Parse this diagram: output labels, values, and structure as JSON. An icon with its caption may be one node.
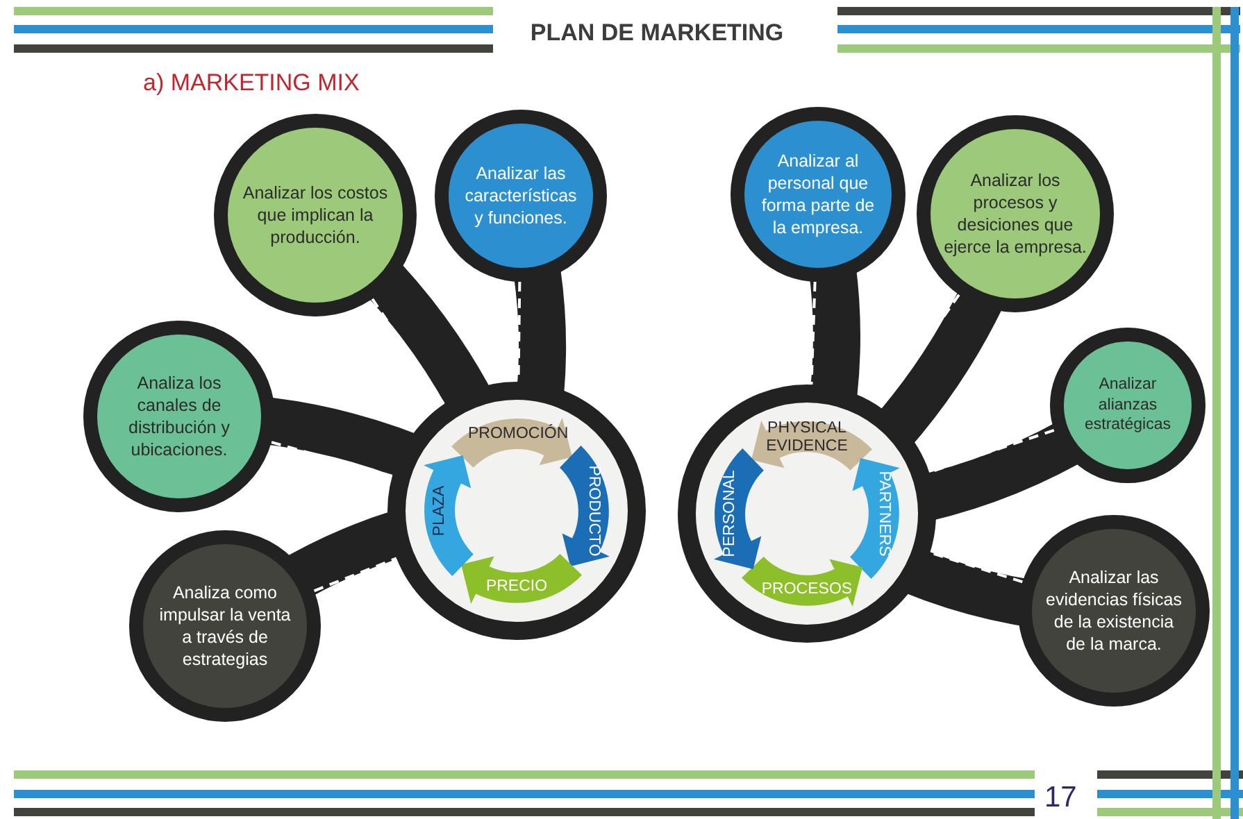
{
  "diagram": {
    "title": "PLAN DE MARKETING",
    "nodes": [
      {
        "text": [],
        "shape": "circle"
      },
      {
        "text": [
          "PROMOCIÓN"
        ],
        "in": 0
      },
      {
        "text": [
          "PRODUCTO"
        ],
        "in": 0
      },
      {
        "text": [
          "PRECIO"
        ],
        "in": 0
      },
      {
        "text": [
          "PLAZA"
        ],
        "in": 0
      },
      {
        "text": [
          "Analizar los costos que implican la producción."
        ]
      },
      {
        "text": [
          "Analizar las características y funciones."
        ]
      },
      {
        "text": [
          "Analiza los canales de distribución y ubicaciones."
        ]
      },
      {
        "text": [
          "Analiza como impulsar la venta a través de estrategias"
        ]
      },
      {
        "text": [],
        "shape": "circle"
      },
      {
        "text": [
          "PHYSICAL EVIDENCE"
        ],
        "in": 9
      },
      {
        "text": [
          "PARTNERS"
        ],
        "in": 9
      },
      {
        "text": [
          "PROCESOS"
        ],
        "in": 9
      },
      {
        "text": [
          "PERSONAL"
        ],
        "in": 9
      },
      {
        "text": [
          "Analizar al personal que forma parte de la empresa."
        ]
      },
      {
        "text": [
          "Analizar los procesos y desiciones que ejerce la empresa."
        ]
      },
      {
        "text": [
          "Analizar alianzas estratégicas"
        ]
      },
      {
        "text": [
          "Analizar las evidencias físicas de la existencia de la marca."
        ]
      }
    ],
    "edges": [
      {
        "from": 5,
        "to": 0,
        "arrow": "none",
        "style": "dashed"
      },
      {
        "from": 6,
        "to": 0,
        "arrow": "none",
        "style": "dashed"
      },
      {
        "from": 7,
        "to": 0,
        "arrow": "none",
        "style": "dashed"
      },
      {
        "from": 8,
        "to": 0,
        "arrow": "none",
        "style": "dashed"
      },
      {
        "from": 14,
        "to": 9,
        "arrow": "none",
        "style": "dashed"
      },
      {
        "from": 15,
        "to": 9,
        "arrow": "none",
        "style": "dashed"
      },
      {
        "from": 16,
        "to": 9,
        "arrow": "none",
        "style": "dashed"
      },
      {
        "from": 17,
        "to": 9,
        "arrow": "none",
        "style": "dashed"
      }
    ],
    "labels": [
      "a) MARKETING MIX",
      "17"
    ]
  }
}
